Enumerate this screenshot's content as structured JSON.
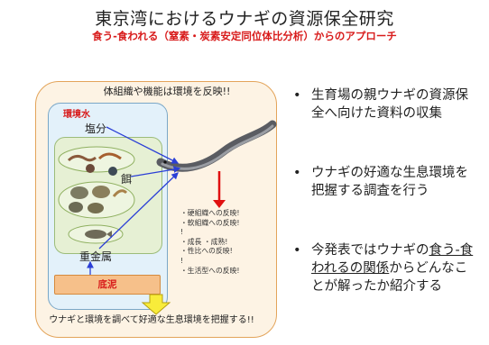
{
  "title": "東京湾におけるウナギの資源保全研究",
  "subtitle": "食う-食われる（窒素・炭素安定同位体比分析）からのアプローチ",
  "diagram": {
    "panel_title": "体組織や機能は環境を反映!!",
    "environment_water": "環境水",
    "salinity": "塩分",
    "food": "餌",
    "heavy_metals": "重金属",
    "sediment": "底泥",
    "reflections": [
      "・硬組織への反映!",
      "・軟組織への反映!",
      "!",
      "・成長 ・成熟!",
      "・性比への反映!",
      "!",
      "・生活型への反映!",
      ""
    ],
    "bottom_caption": "ウナギと環境を調べて好適な生息環境を把握する!!"
  },
  "bullet_marker": "•",
  "bullets": [
    "生育場の親ウナギの資源保全へ向けた資料の収集",
    "ウナギの好適な生息環境を把握する調査を行う"
  ],
  "bullet3": {
    "before": "今発表ではウナギの",
    "underlined": "食う-食われるの関係",
    "after": "からどんなことが解ったか紹介する"
  }
}
